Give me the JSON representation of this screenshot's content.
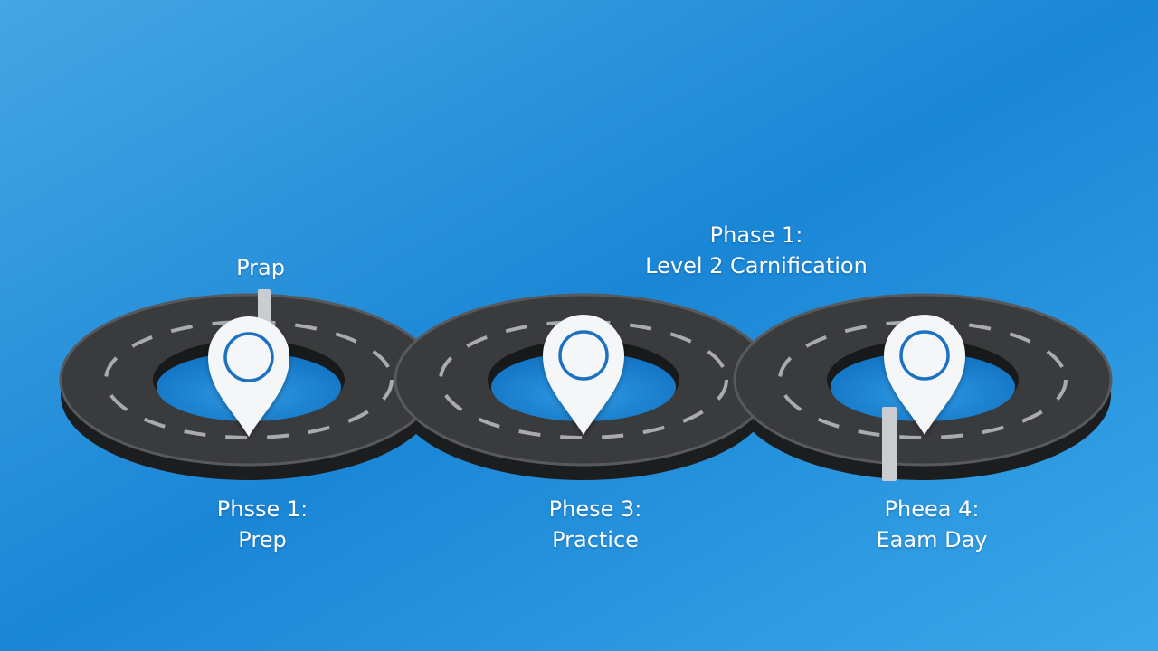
{
  "background": {
    "color_top_left": "#3a9fe0",
    "color_center": "#1a86d6",
    "color_bottom_right": "#3aa6e8"
  },
  "road": {
    "asphalt": "#3a3b3d",
    "edge": "#545659",
    "side": "#1c1d1f",
    "dash": "#a9abad"
  },
  "pin": {
    "fill": "#f4f6f8",
    "ring": "#1a72c0",
    "icon": "map-pin-icon"
  },
  "labels": {
    "top_left": {
      "line1": "Prap"
    },
    "top_right": {
      "line1": "Phase 1:",
      "line2": "Level 2 Carnification"
    },
    "bottom_1": {
      "line1": "Phsse 1:",
      "line2": "Prep"
    },
    "bottom_2": {
      "line1": "Phese 3:",
      "line2": "Practice"
    },
    "bottom_3": {
      "line1": "Pheea 4:",
      "line2": "Eaam Day"
    }
  }
}
